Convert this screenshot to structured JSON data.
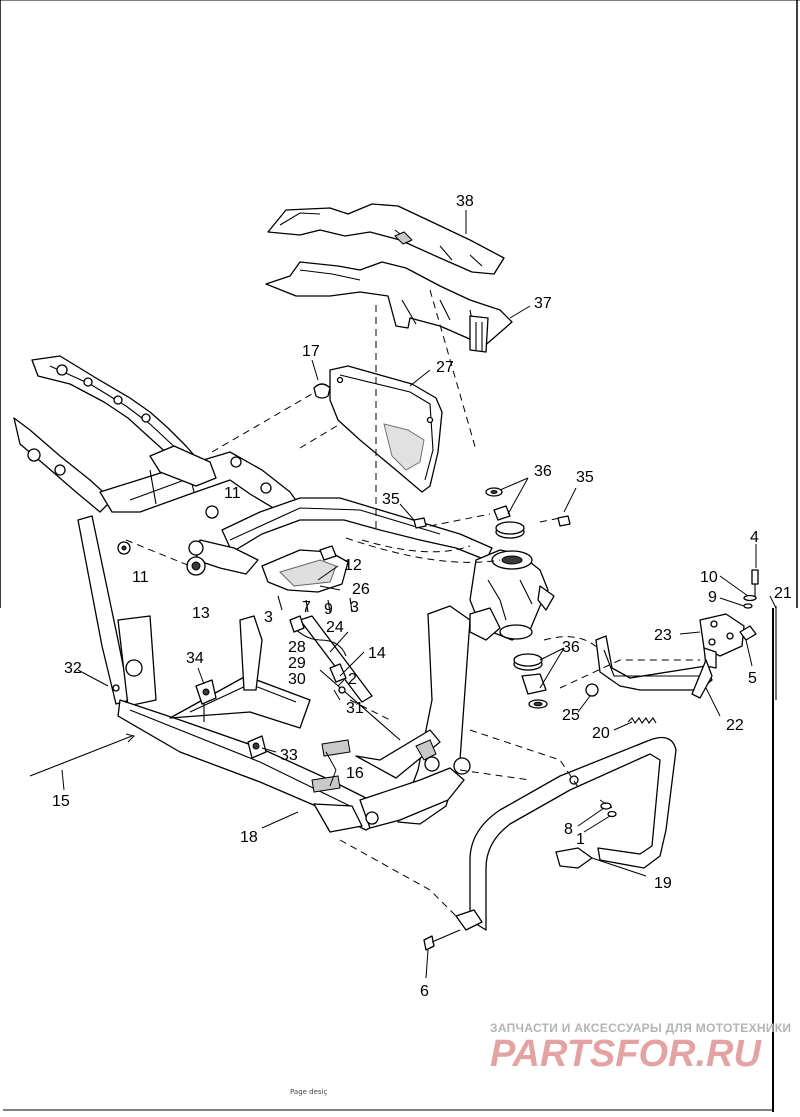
{
  "callouts": {
    "c38": "38",
    "c37": "37",
    "c27": "27",
    "c17": "17",
    "c36a": "36",
    "c35a": "35",
    "c35b": "35",
    "c11a": "11",
    "c11b": "11",
    "c12": "12",
    "c26": "26",
    "c13": "13",
    "c3a": "3",
    "c7": "7",
    "c9a": "9",
    "c3b": "3",
    "c24": "24",
    "c14": "14",
    "c28": "28",
    "c29": "29",
    "c30": "30",
    "c2": "2",
    "c31": "31",
    "c34": "34",
    "c32": "32",
    "c33": "33",
    "c15": "15",
    "c16": "16",
    "c18": "18",
    "c36b": "36",
    "c25": "25",
    "c20": "20",
    "c22": "22",
    "c23": "23",
    "c4": "4",
    "c10": "10",
    "c9b": "9",
    "c21": "21",
    "c5": "5",
    "c8": "8",
    "c1": "1",
    "c19": "19",
    "c6": "6"
  },
  "watermark": {
    "tagline": "ЗАПЧАСТИ И АКСЕССУАРЫ ДЛЯ МОТОТЕХНИКИ",
    "brand": "PARTSFOR.RU"
  },
  "footer": {
    "note": "Page desiç"
  }
}
